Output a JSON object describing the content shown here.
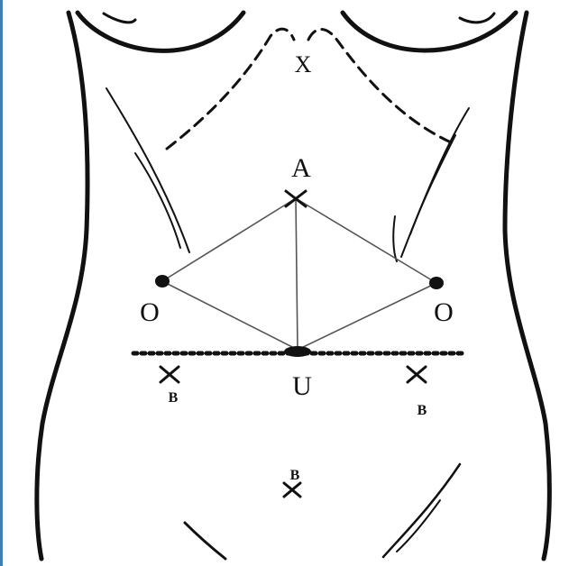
{
  "labels": {
    "x_top": "X",
    "a": "A",
    "o_left": "O",
    "o_right": "O",
    "u": "U",
    "b_left": "B",
    "b_right": "B",
    "b_bottom": "B"
  },
  "colors": {
    "ink": "#111111",
    "border": "#3d7fb3"
  }
}
